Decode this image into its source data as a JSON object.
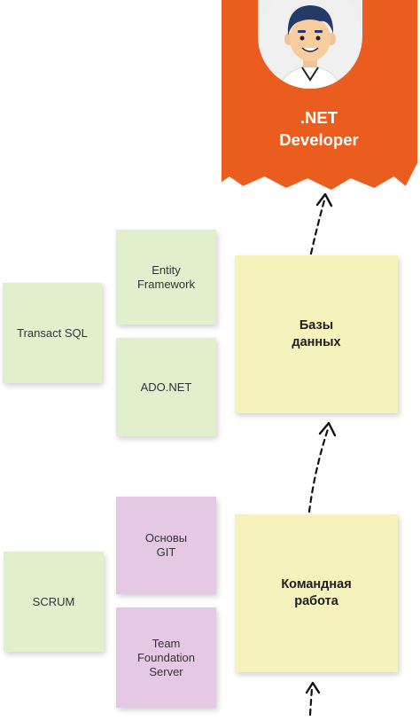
{
  "target": {
    "title": ".NET\nDeveloper",
    "avatar_icon": "developer-avatar-icon"
  },
  "groups": {
    "databases": {
      "main": "Базы\nданных",
      "skills": [
        "Entity\nFramework",
        "ADO.NET"
      ],
      "extra": "Transact SQL"
    },
    "teamwork": {
      "main": "Командная\nработа",
      "skills": [
        "Основы\nGIT",
        "Team\nFoundation\nServer"
      ],
      "extra": "SCRUM"
    }
  },
  "colors": {
    "developer_card": "#ea5d1e",
    "main_note": "#f5f2bc",
    "skill_note_db": "#e1efcd",
    "skill_note_team": "#e4c8e4"
  }
}
